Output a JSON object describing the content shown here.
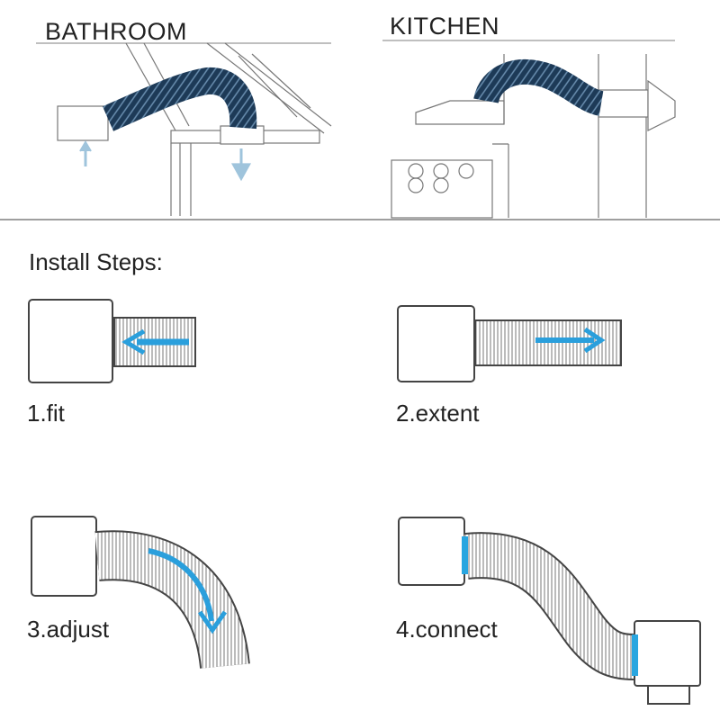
{
  "scenes": {
    "bathroom": {
      "title": "BATHROOM"
    },
    "kitchen": {
      "title": "KITCHEN"
    }
  },
  "install": {
    "heading": "Install Steps:",
    "steps": [
      {
        "label": "1.fit"
      },
      {
        "label": "2.extent"
      },
      {
        "label": "3.adjust"
      },
      {
        "label": "4.connect"
      }
    ]
  },
  "colors": {
    "line": "#555555",
    "hose_dark": "#1d3a57",
    "hose_stripe": "#6a8fb0",
    "arrow_blue": "#2a9fdc",
    "collar_blue": "#29a6e0"
  }
}
